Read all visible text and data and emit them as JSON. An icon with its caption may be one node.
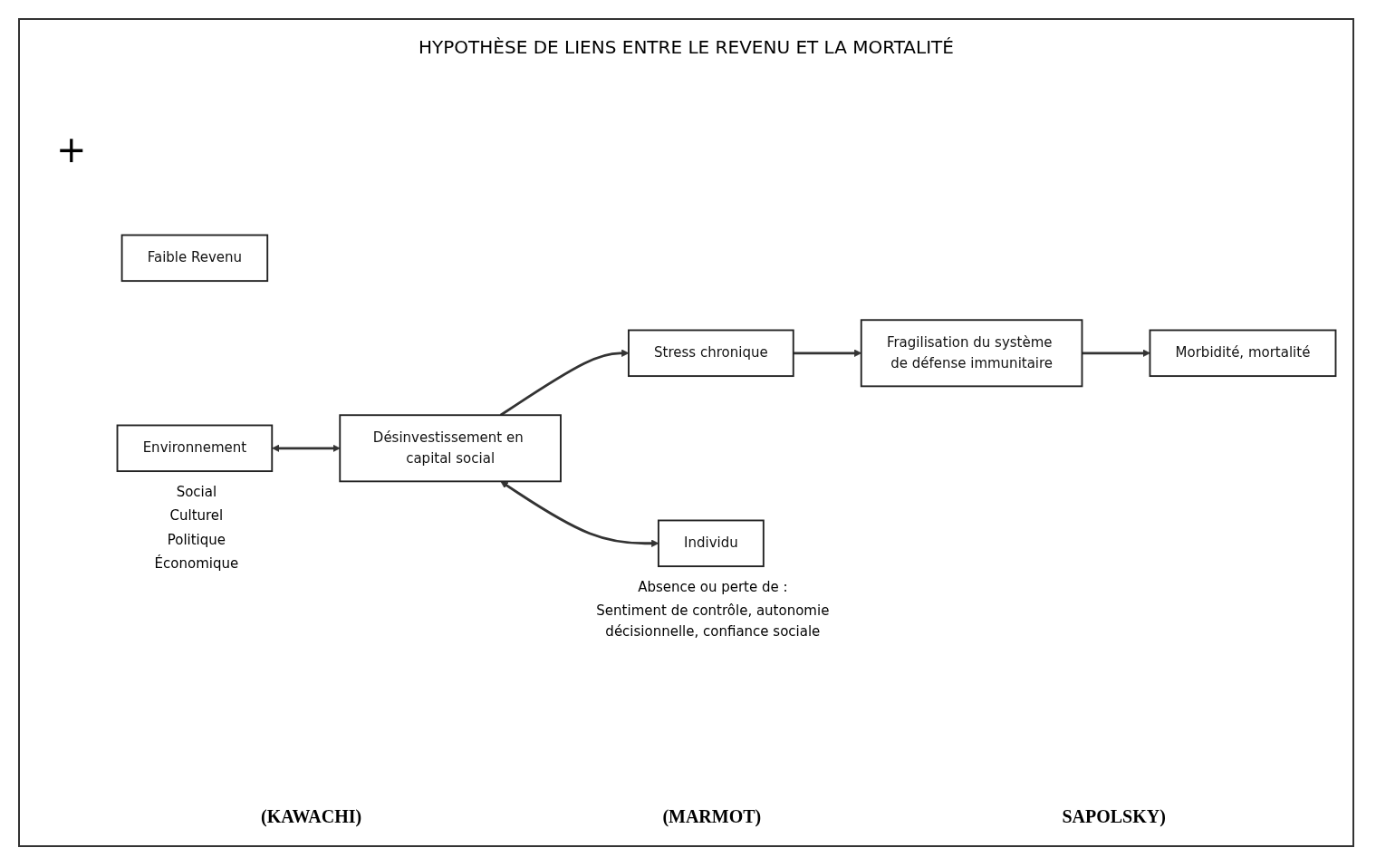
{
  "diagram": {
    "title": "HYPOTHÈSE DE LIENS ENTRE LE REVENU ET LA MORTALITÉ",
    "nodes": [
      {
        "text": [
          "Environnement"
        ],
        "beside": [
          "Social",
          "Culturel",
          "Politique",
          "Économique"
        ]
      },
      {
        "text": [
          "Faible Revenu"
        ]
      },
      {
        "text": [
          "Désinvestissement en capital social"
        ]
      },
      {
        "text": [
          "Stress chronique"
        ]
      },
      {
        "text": [
          "Fragilisation du système de défense immunitaire"
        ]
      },
      {
        "text": [
          "Morbidité, mortalité"
        ]
      },
      {
        "text": [
          "Individu"
        ],
        "beside": [
          "Absence ou perte de :",
          "Sentiment de contrôle, autonomie décisionnelle, confiance sociale"
        ]
      }
    ],
    "edges": [
      {
        "from": 0,
        "to": 2,
        "arrow": "both"
      },
      {
        "from": 2,
        "to": 6,
        "arrow": "both"
      },
      {
        "from": 2,
        "to": 3,
        "arrow": "to"
      },
      {
        "from": 3,
        "to": 4,
        "arrow": "to"
      },
      {
        "from": 4,
        "to": 5,
        "arrow": "to"
      }
    ],
    "labels": [
      "+",
      "(KAWACHI)",
      "(MARMOT)",
      "SAPOLSKY)"
    ]
  }
}
